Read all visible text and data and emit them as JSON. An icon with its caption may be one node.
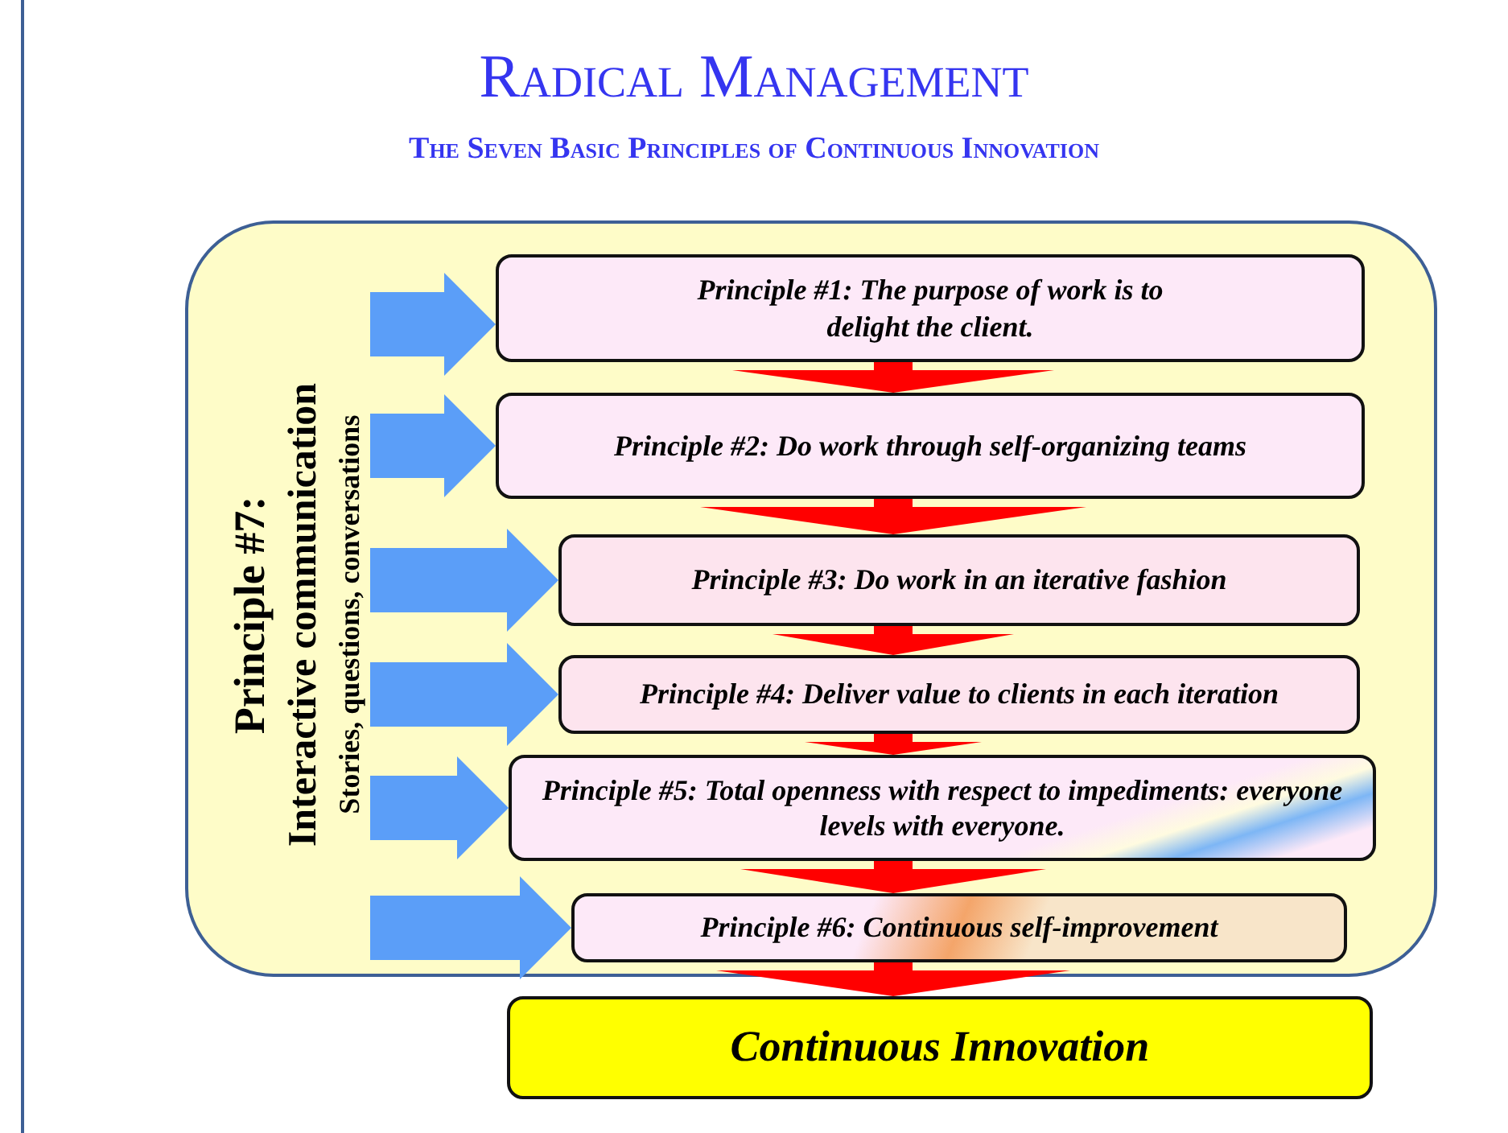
{
  "diagram": {
    "title": "Radical Management",
    "nodes": [
      {
        "text": [
          "Principle #7:",
          "Interactive communication",
          "Stories, questions, conversations"
        ]
      },
      {
        "text": [
          "Principle #1: The purpose of work is to delight the client."
        ],
        "in": 0
      },
      {
        "text": [
          "Principle #2: Do work through self-organizing teams"
        ],
        "in": 0
      },
      {
        "text": [
          "Principle #3: Do work in an iterative fashion"
        ],
        "in": 0
      },
      {
        "text": [
          "Principle #4: Deliver value to clients in each iteration"
        ],
        "in": 0
      },
      {
        "text": [
          "Principle #5: Total openness with respect to impediments: everyone levels with everyone."
        ],
        "in": 0
      },
      {
        "text": [
          "Principle #6: Continuous self-improvement"
        ],
        "in": 0
      },
      {
        "text": [
          "Continuous Innovation"
        ]
      }
    ],
    "edges": [
      {
        "from": null,
        "to": 1,
        "arrow": "to",
        "color": "#5b9ef8"
      },
      {
        "from": null,
        "to": 2,
        "arrow": "to",
        "color": "#5b9ef8"
      },
      {
        "from": null,
        "to": 3,
        "arrow": "to",
        "color": "#5b9ef8"
      },
      {
        "from": null,
        "to": 4,
        "arrow": "to",
        "color": "#5b9ef8"
      },
      {
        "from": null,
        "to": 5,
        "arrow": "to",
        "color": "#5b9ef8"
      },
      {
        "from": null,
        "to": 6,
        "arrow": "to",
        "color": "#5b9ef8"
      },
      {
        "from": 1,
        "to": 2,
        "arrow": "to",
        "color": "#ff0000"
      },
      {
        "from": 2,
        "to": 3,
        "arrow": "to",
        "color": "#ff0000"
      },
      {
        "from": 3,
        "to": 4,
        "arrow": "to",
        "color": "#ff0000"
      },
      {
        "from": 4,
        "to": 5,
        "arrow": "to",
        "color": "#ff0000"
      },
      {
        "from": 5,
        "to": 6,
        "arrow": "to",
        "color": "#ff0000"
      },
      {
        "from": 6,
        "to": 7,
        "arrow": "to",
        "color": "#ff0000"
      }
    ],
    "labels": [
      "The Seven Basic Principles of Continuous Innovation"
    ]
  }
}
